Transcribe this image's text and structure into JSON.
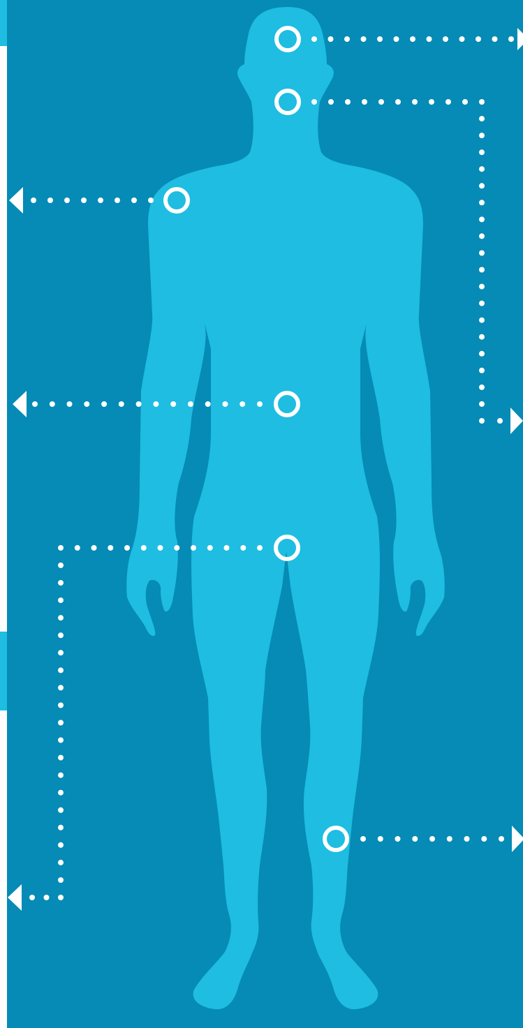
{
  "colors": {
    "background": "#058bb5",
    "figure": "#1ebde1",
    "marker": "#ffffff",
    "edge_tab": "#1ebde1"
  },
  "figure": {
    "icon": "human-body-silhouette"
  },
  "markers": [
    {
      "id": "head",
      "direction": "right",
      "icon": "ring-marker"
    },
    {
      "id": "neck",
      "direction": "right",
      "icon": "ring-marker"
    },
    {
      "id": "shoulder",
      "direction": "left",
      "icon": "ring-marker"
    },
    {
      "id": "abdomen",
      "direction": "left",
      "icon": "ring-marker"
    },
    {
      "id": "groin",
      "direction": "left",
      "icon": "ring-marker"
    },
    {
      "id": "knee",
      "direction": "right",
      "icon": "ring-marker"
    }
  ]
}
